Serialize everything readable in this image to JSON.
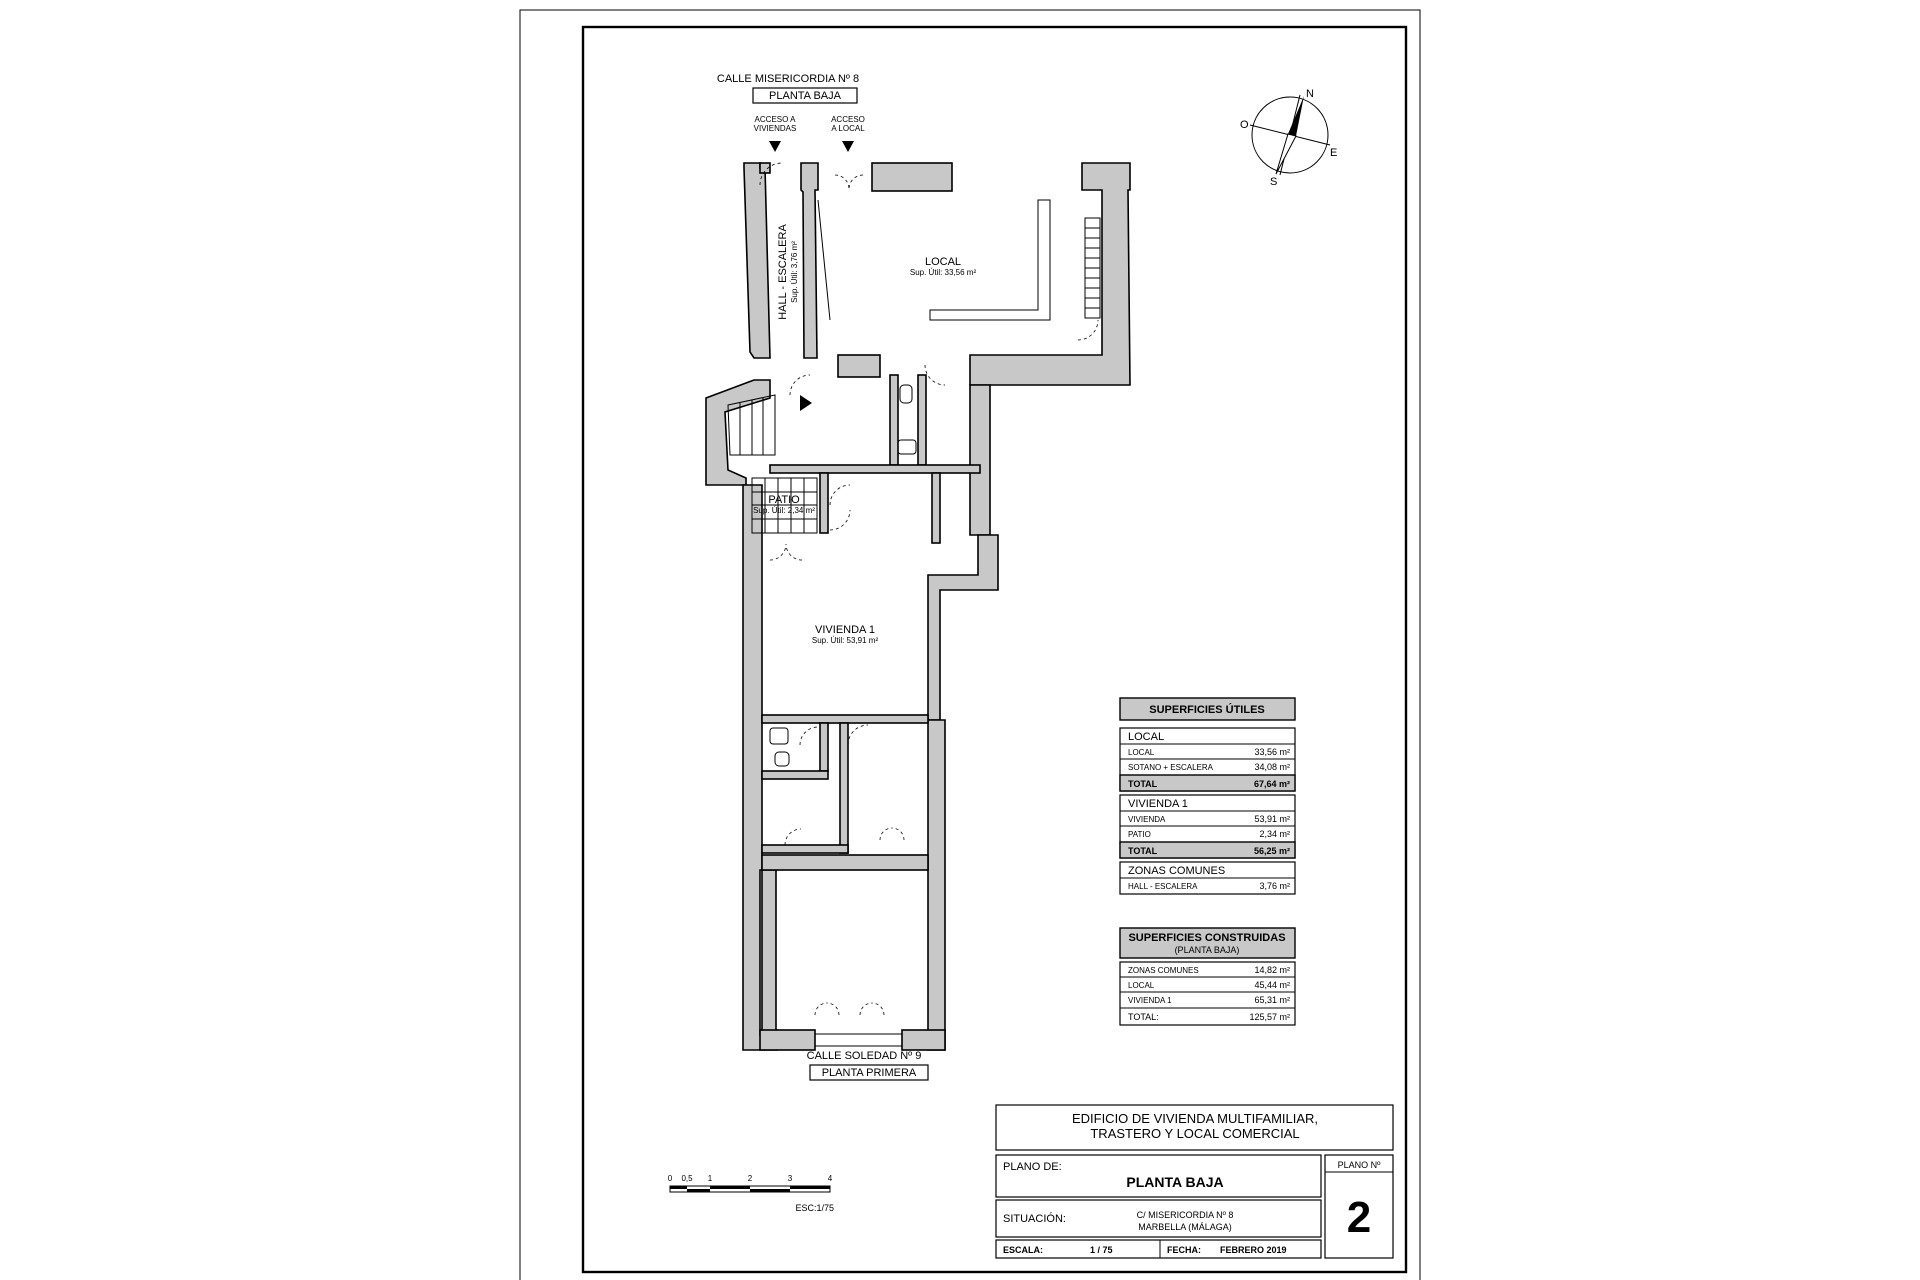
{
  "streets": {
    "top_street": "CALLE MISERICORDIA Nº 8",
    "top_floor": "PLANTA BAJA",
    "bottom_street": "CALLE SOLEDAD Nº 9",
    "bottom_floor": "PLANTA PRIMERA"
  },
  "access": {
    "viviendas_line1": "ACCESO A",
    "viviendas_line2": "VIVIENDAS",
    "local_line1": "ACCESO",
    "local_line2": "A LOCAL"
  },
  "rooms": {
    "local_name": "LOCAL",
    "local_area": "Sup. Útil: 33,56 m²",
    "hall_name": "HALL - ESCALERA",
    "hall_area": "Sup. Útil: 3,76 m²",
    "patio_name": "PATIO",
    "patio_area": "Sup. Útil: 2,34 m²",
    "vivienda_name": "VIVIENDA 1",
    "vivienda_area": "Sup. Útil: 53,91 m²"
  },
  "compass": {
    "n": "N",
    "s": "S",
    "e": "E",
    "o": "O"
  },
  "utiles": {
    "title": "SUPERFICIES ÚTILES",
    "groups": [
      {
        "name": "LOCAL",
        "rows": [
          {
            "label": "LOCAL",
            "value": "33,56 m²"
          },
          {
            "label": "SOTANO + ESCALERA",
            "value": "34,08 m²"
          }
        ],
        "total_label": "TOTAL",
        "total_value": "67,64 m²"
      },
      {
        "name": "VIVIENDA 1",
        "rows": [
          {
            "label": "VIVIENDA",
            "value": "53,91 m²"
          },
          {
            "label": "PATIO",
            "value": "2,34 m²"
          }
        ],
        "total_label": "TOTAL",
        "total_value": "56,25 m²"
      },
      {
        "name": "ZONAS COMUNES",
        "rows": [
          {
            "label": "HALL - ESCALERA",
            "value": "3,76 m²"
          }
        ]
      }
    ]
  },
  "construidas": {
    "title": "SUPERFICIES CONSTRUIDAS",
    "subtitle": "(PLANTA BAJA)",
    "rows": [
      {
        "label": "ZONAS COMUNES",
        "value": "14,82 m²"
      },
      {
        "label": "LOCAL",
        "value": "45,44 m²"
      },
      {
        "label": "VIVIENDA 1",
        "value": "65,31 m²"
      }
    ],
    "total_label": "TOTAL:",
    "total_value": "125,57 m²"
  },
  "scale_bar": {
    "ticks": [
      "0",
      "0,5",
      "1",
      "2",
      "3",
      "4"
    ],
    "label": "ESC:1/75"
  },
  "title_block": {
    "project_line1": "EDIFICIO DE VIVIENDA MULTIFAMILIAR,",
    "project_line2": "TRASTERO Y LOCAL COMERCIAL",
    "plano_de_label": "PLANO DE:",
    "plano_de_value": "PLANTA BAJA",
    "plano_no_label": "PLANO Nº",
    "plano_no_value": "2",
    "situacion_label": "SITUACIÓN:",
    "situacion_line1": "C/ MISERICORDIA Nº 8",
    "situacion_line2": "MARBELLA (MÁLAGA)",
    "escala_label": "ESCALA:",
    "escala_value": "1 / 75",
    "fecha_label": "FECHA:",
    "fecha_value": "FEBRERO 2019"
  },
  "colors": {
    "wall_fill": "#c8c8c8",
    "line": "#000000",
    "paper": "#ffffff"
  }
}
